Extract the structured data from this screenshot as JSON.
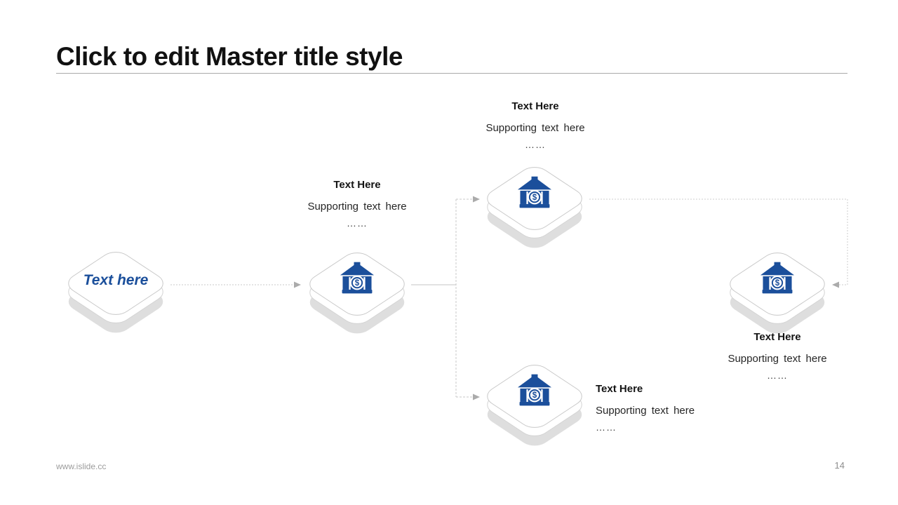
{
  "title": "Click to edit Master title style",
  "footer": {
    "website": "www.islide.cc",
    "page_number": "14"
  },
  "colors": {
    "accent_blue": "#1B4F9B",
    "line_gray": "#C9C9C9",
    "arrow_gray": "#ABABAB",
    "tile_shadow_gray": "#DEDEDE"
  },
  "diagram": {
    "start": {
      "label": "Text here"
    },
    "icon": "bank-dollar-icon",
    "steps": [
      {
        "position": "above-middle-node",
        "title": "Text Here",
        "subtitle": "Supporting text here",
        "ellipsis": "……"
      },
      {
        "position": "above-top-node",
        "title": "Text Here",
        "subtitle": "Supporting text here",
        "ellipsis": "……"
      },
      {
        "position": "right-of-bottom-node",
        "title": "Text Here",
        "subtitle": "Supporting text here",
        "ellipsis": "……"
      },
      {
        "position": "below-right-node",
        "title": "Text Here",
        "subtitle": "Supporting text here",
        "ellipsis": "……"
      }
    ]
  }
}
